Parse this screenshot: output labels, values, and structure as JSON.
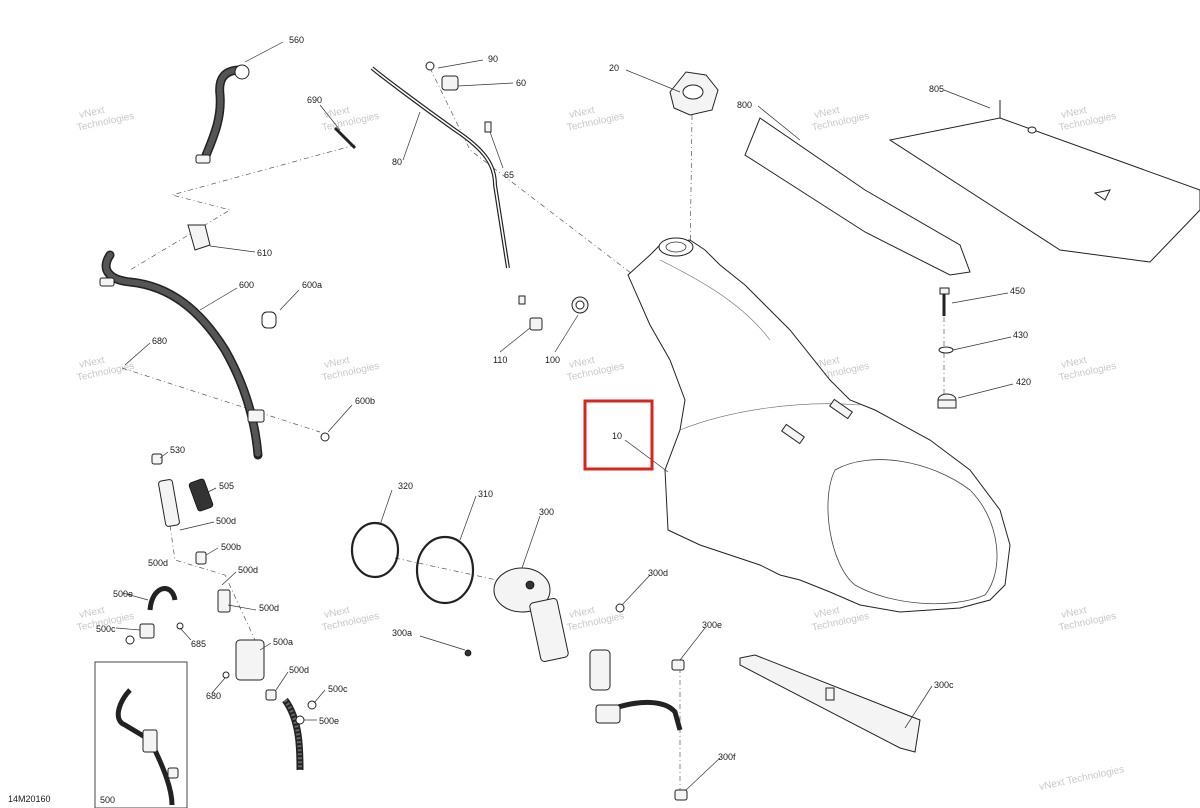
{
  "diagram_code": "14M20160",
  "watermark": {
    "line1": "vNext",
    "line2": "Technologies",
    "inline": "vNext Technologies"
  },
  "highlight_color": "#d9261c",
  "callouts": {
    "c560": "560",
    "c90": "90",
    "c60": "60",
    "c20": "20",
    "c800": "800",
    "c805": "805",
    "c690": "690",
    "c80": "80",
    "c65": "65",
    "c610": "610",
    "c600": "600",
    "c600a": "600a",
    "c680a": "680",
    "c600b": "600b",
    "c110": "110",
    "c100": "100",
    "c450": "450",
    "c430": "430",
    "c420": "420",
    "c10": "10",
    "c530": "530",
    "c505": "505",
    "c500d1": "500d",
    "c500b": "500b",
    "c500d2": "500d",
    "c500e1": "500e",
    "c500d3": "500d",
    "c500c1": "500c",
    "c685": "685",
    "c500a": "500a",
    "c500d4": "500d",
    "c680b": "680",
    "c500c2": "500c",
    "c500e2": "500e",
    "c500": "500",
    "c320": "320",
    "c310": "310",
    "c300": "300",
    "c300a": "300a",
    "c300d": "300d",
    "c300e": "300e",
    "c300c": "300c",
    "c300f": "300f"
  }
}
